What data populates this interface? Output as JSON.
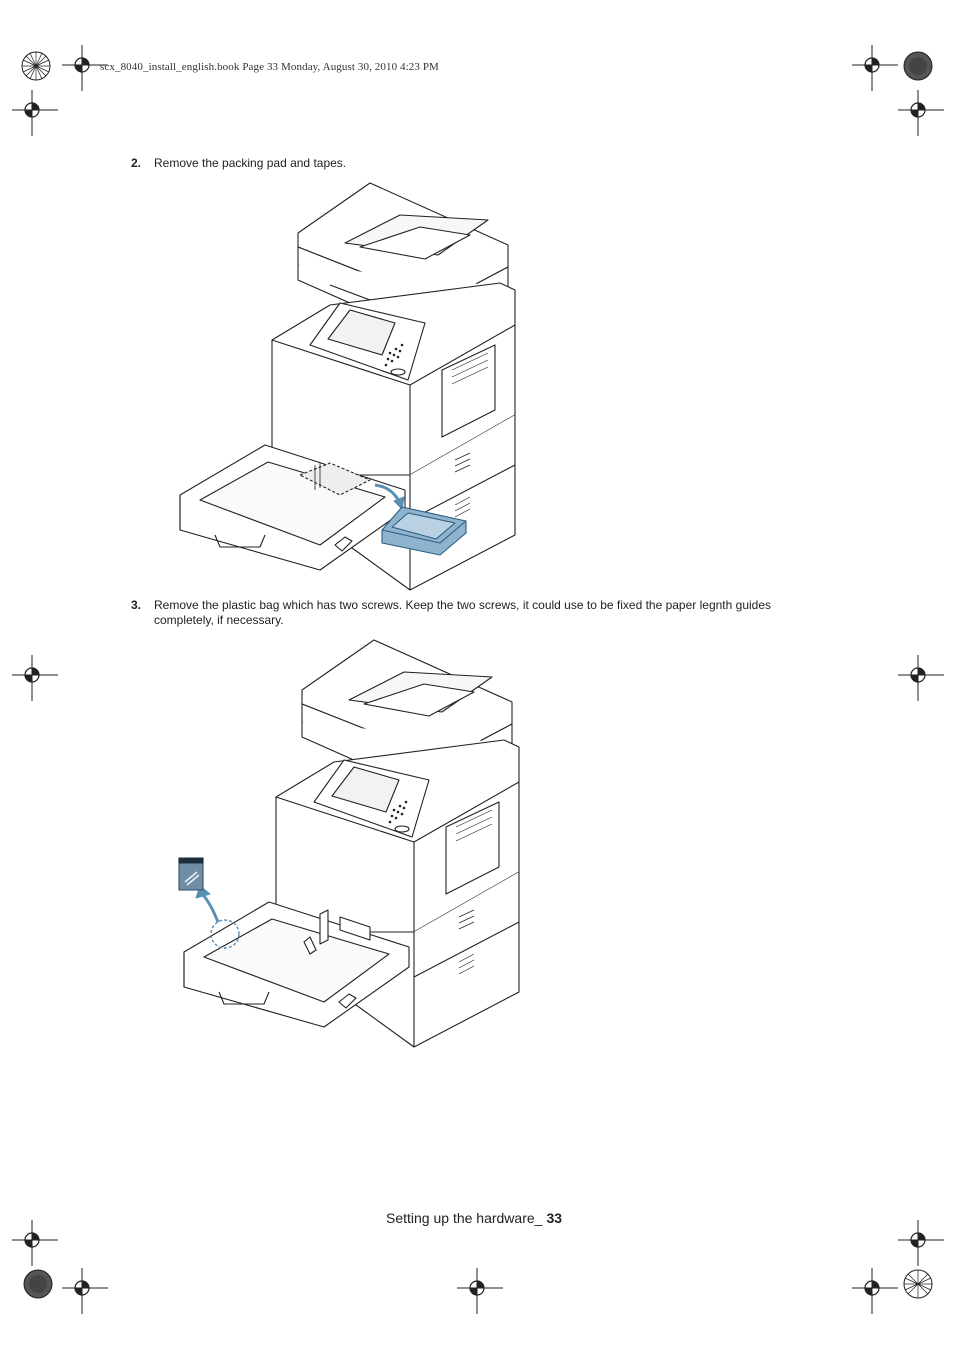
{
  "header": {
    "text": "scx_8040_install_english.book  Page 33  Monday, August 30, 2010  4:23 PM"
  },
  "steps": [
    {
      "number": "2.",
      "text": "Remove the packing pad and tapes."
    },
    {
      "number": "3.",
      "text": "Remove the plastic bag which has two screws. Keep the two screws, it could use to be fixed the paper legnth guides completely, if necessary."
    }
  ],
  "illustrations": [
    {
      "name": "remove-packing-pad",
      "accent": "#5a8fb4"
    },
    {
      "name": "remove-screw-bag",
      "accent": "#5a8fb4"
    }
  ],
  "footer": {
    "section": "Setting up the hardware_",
    "page_number": "33"
  },
  "colors": {
    "line": "#222222",
    "accent": "#5a8fb4"
  }
}
